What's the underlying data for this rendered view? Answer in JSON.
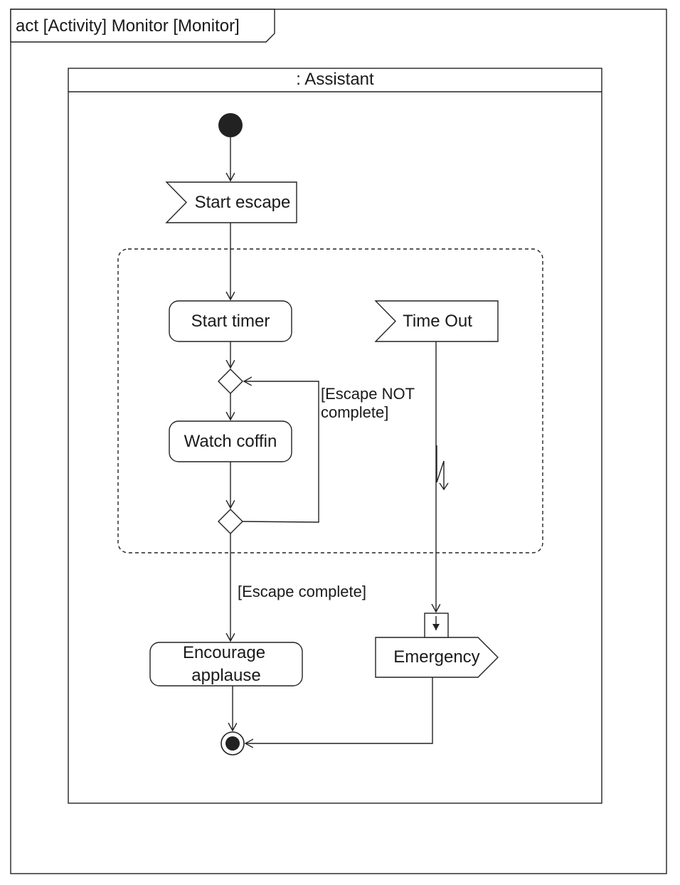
{
  "frame": {
    "label": "act [Activity] Monitor [Monitor]"
  },
  "partition": {
    "label": ": Assistant"
  },
  "nodes": {
    "start_escape": "Start escape",
    "start_timer": "Start timer",
    "time_out": "Time Out",
    "watch_coffin": "Watch coffin",
    "encourage_line1": "Encourage",
    "encourage_line2": "applause",
    "emergency": "Emergency"
  },
  "guards": {
    "not_complete_line1": "[Escape NOT",
    "not_complete_line2": "complete]",
    "complete": "[Escape complete]"
  },
  "colors": {
    "line": "#222222",
    "fill": "#ffffff",
    "node_fill": "#222222"
  }
}
